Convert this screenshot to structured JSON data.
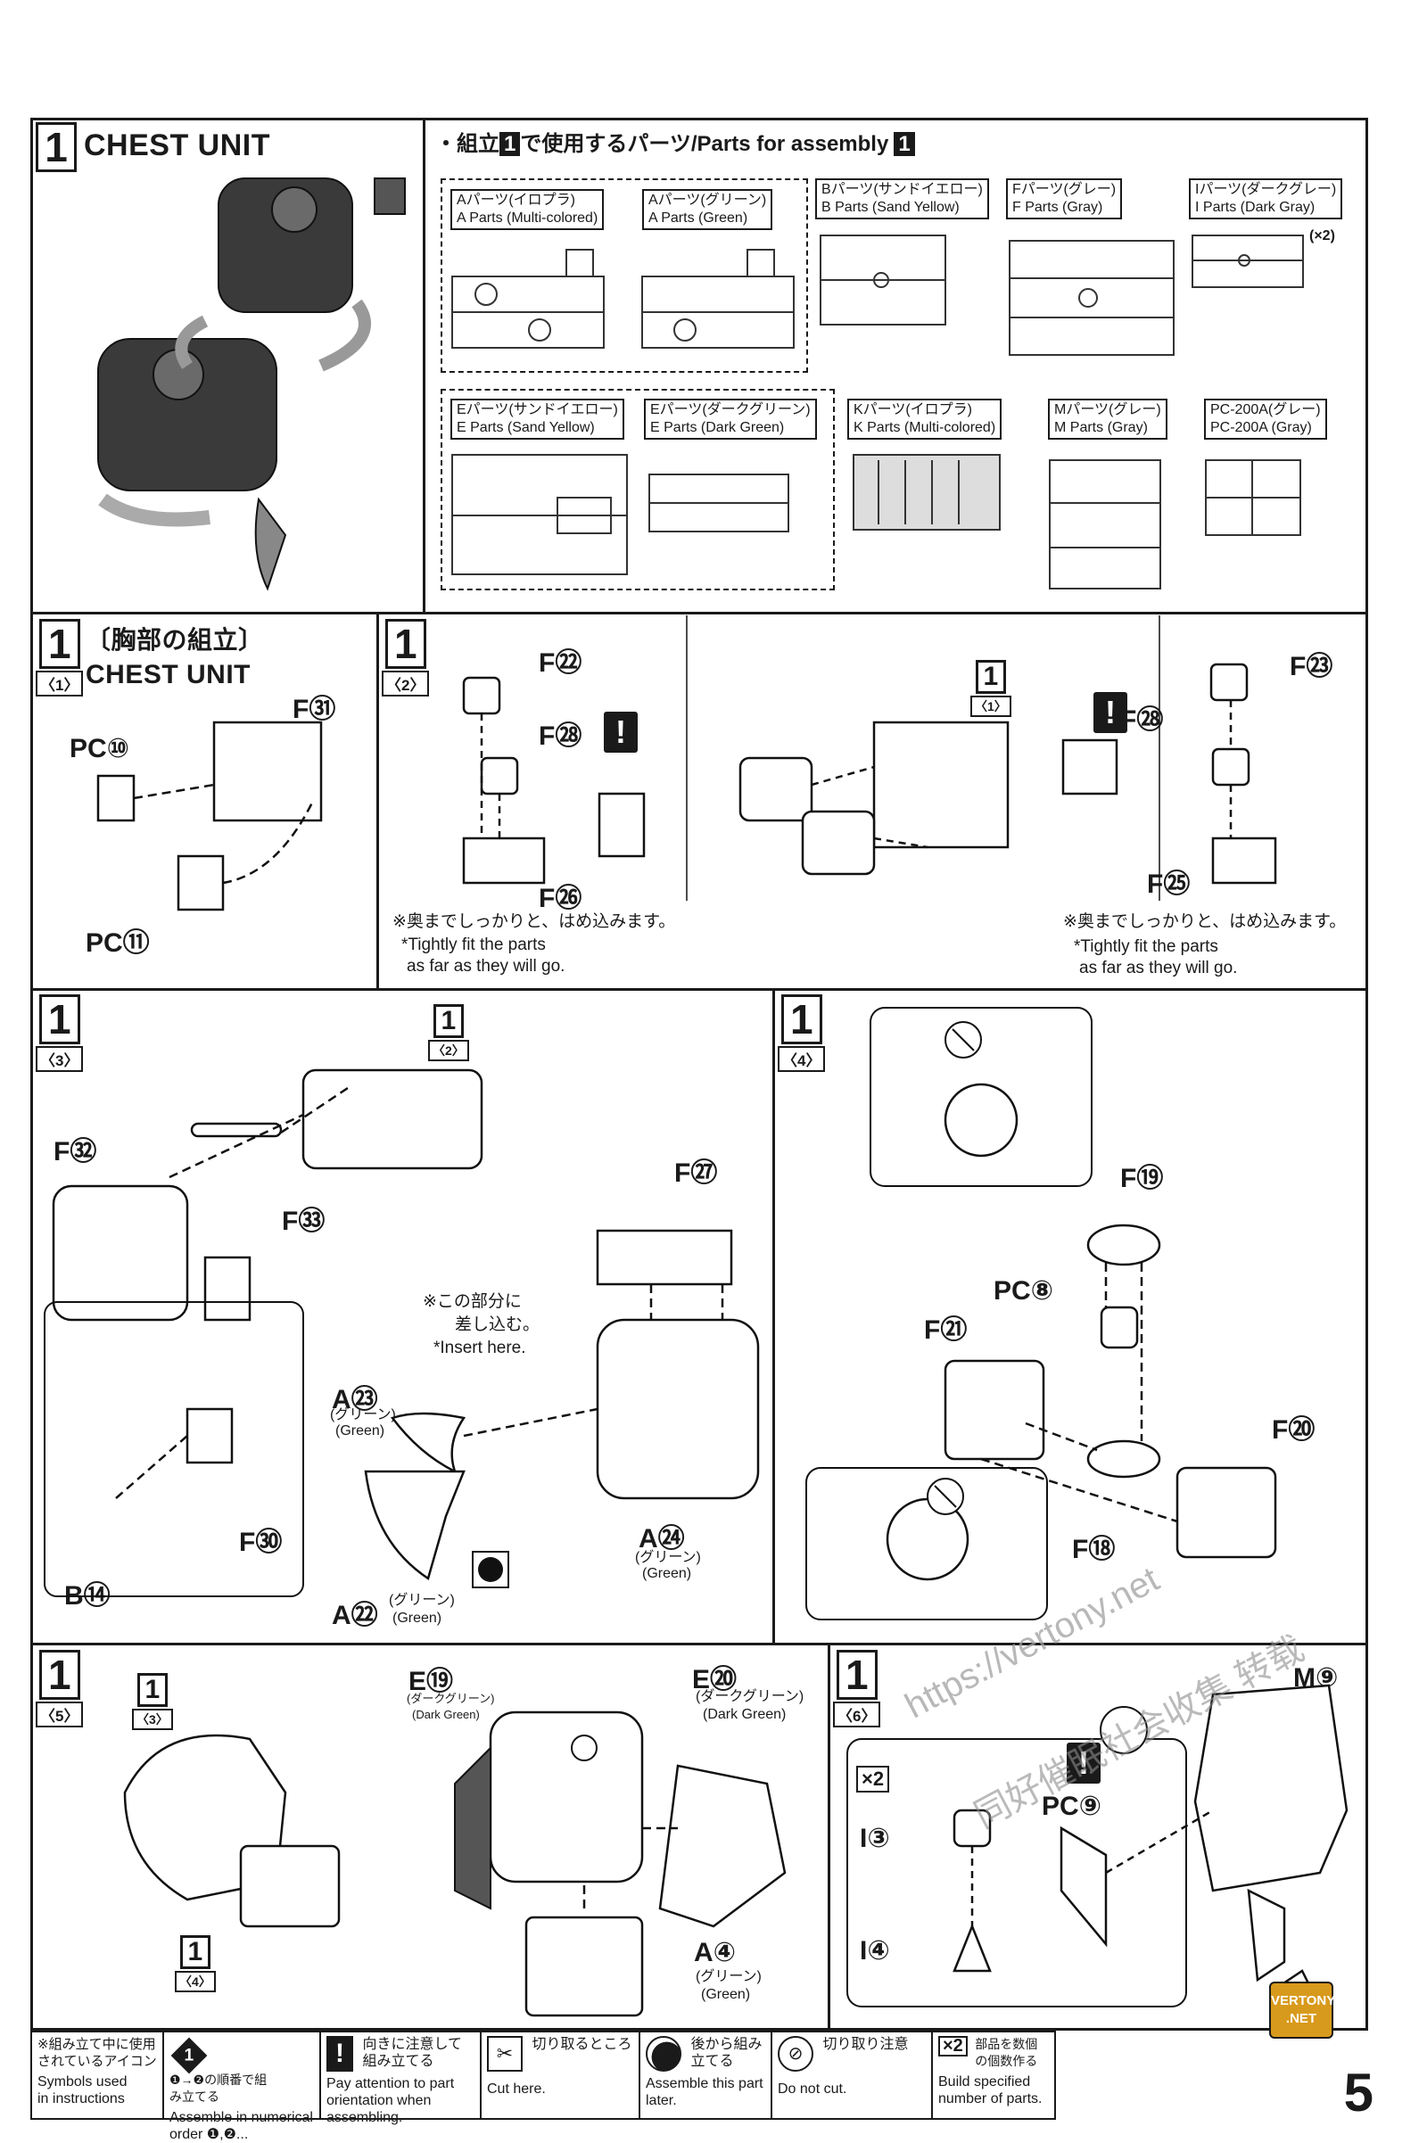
{
  "header": {
    "step_number": "1",
    "step_title": "CHEST UNIT",
    "parts_heading_prefix": "・組立",
    "parts_heading_mid": "で使用するパーツ/Parts for assembly",
    "parts_heading_num": "1"
  },
  "parts_list": [
    {
      "jp": "Aパーツ(イロプラ)",
      "en": "A Parts (Multi-colored)"
    },
    {
      "jp": "Aパーツ(グリーン)",
      "en": "A Parts (Green)"
    },
    {
      "jp": "Bパーツ(サンドイエロー)",
      "en": "B Parts (Sand Yellow)"
    },
    {
      "jp": "Fパーツ(グレー)",
      "en": "F Parts (Gray)"
    },
    {
      "jp": "Iパーツ(ダークグレー)",
      "en": "I Parts (Dark Gray)"
    },
    {
      "jp": "Eパーツ(サンドイエロー)",
      "en": "E Parts (Sand Yellow)"
    },
    {
      "jp": "Eパーツ(ダークグリーン)",
      "en": "E Parts (Dark Green)"
    },
    {
      "jp": "Kパーツ(イロプラ)",
      "en": "K Parts (Multi-colored)"
    },
    {
      "jp": "Mパーツ(グレー)",
      "en": "M Parts (Gray)"
    },
    {
      "jp": "PC-200A(グレー)",
      "en": "PC-200A (Gray)"
    }
  ],
  "i_parts_count": "(×2)",
  "substeps": {
    "s1": {
      "num": "1",
      "sub": "〈1〉",
      "title_jp": "〔胸部の組立〕",
      "title_en": "CHEST UNIT",
      "labels": [
        "F㉛",
        "PC⑩",
        "PC⑪"
      ]
    },
    "s2": {
      "num": "1",
      "sub": "〈2〉",
      "labels_left": [
        "F㉒",
        "F㉘",
        "F㉖"
      ],
      "labels_right": [
        "F㉓",
        "F㉘",
        "F㉕"
      ],
      "note_jp": "※奥までしっかりと、はめ込みます。",
      "note_en_1": "*Tightly fit the parts",
      "note_en_2": "as far as they will go.",
      "ref": "〈1〉"
    },
    "s3": {
      "num": "1",
      "sub": "〈3〉",
      "ref": "〈2〉",
      "labels": [
        "F㉜",
        "F㉝",
        "F㉗",
        "F㉚",
        "B⑭",
        "A㉓",
        "A㉔",
        "A㉒"
      ],
      "green_jp": "(グリーン)",
      "green_en": "(Green)",
      "insert_jp_1": "※この部分に",
      "insert_jp_2": "差し込む。",
      "insert_en": "*Insert here."
    },
    "s4": {
      "num": "1",
      "sub": "〈4〉",
      "labels": [
        "F⑲",
        "PC⑧",
        "F㉑",
        "F⑳",
        "F⑱"
      ]
    },
    "s5": {
      "num": "1",
      "sub": "〈5〉",
      "ref_top": "〈3〉",
      "ref_bottom": "〈4〉",
      "labels": [
        "E⑲",
        "E⑳",
        "A④"
      ],
      "dark_green_jp": "(ダークグリーン)",
      "dark_green_en": "(Dark Green)",
      "green_jp": "(グリーン)",
      "green_en": "(Green)"
    },
    "s6": {
      "num": "1",
      "sub": "〈6〉",
      "labels": [
        "M⑨",
        "I③",
        "I④",
        "PC⑨"
      ],
      "multiplier": "×2"
    }
  },
  "legend": {
    "intro_jp_1": "※組み立て中に使用",
    "intro_jp_2": "されているアイコン",
    "intro_en_1": "Symbols used",
    "intro_en_2": "in instructions",
    "items": [
      {
        "jp": "❶→❷の順番で組み立てる",
        "en": "Assemble in numerical order ❶,❷..."
      },
      {
        "jp": "向きに注意して組み立てる",
        "en": "Pay attention to part orientation when assembling."
      },
      {
        "jp": "切り取るところ",
        "en": "Cut here."
      },
      {
        "jp": "後から組み立てる",
        "en": "Assemble this part later."
      },
      {
        "jp": "切り取り注意",
        "en": "Do not cut."
      },
      {
        "jp": "部品を数個の個数作る",
        "en": "Build specified number of parts."
      }
    ],
    "multiplier": "×2"
  },
  "page_number": "5",
  "badge_text_1": "VERTONY",
  "badge_text_2": ".NET",
  "watermark_1": "https://vertony.net",
  "watermark_2": "同好催眠社会收集 转载"
}
